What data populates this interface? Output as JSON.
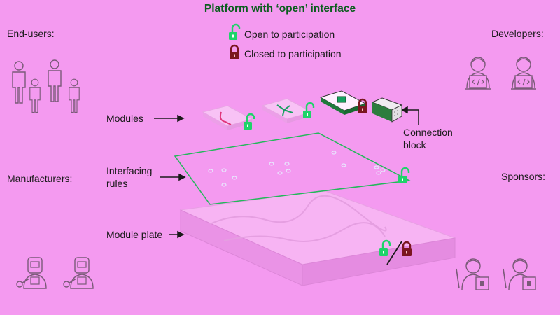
{
  "title": "Platform with ‘open’ interface",
  "legend": {
    "open": "Open to participation",
    "closed": "Closed to participation"
  },
  "groups": {
    "end_users": "End-users:",
    "developers": "Developers:",
    "manufacturers": "Manufacturers:",
    "sponsors": "Sponsors:"
  },
  "labels": {
    "modules": "Modules",
    "connection_block_line1": "Connection",
    "connection_block_line2": "block",
    "interfacing_rules_line1": "Interfacing",
    "interfacing_rules_line2": "rules",
    "module_plate": "Module plate"
  },
  "colors": {
    "background": "#f49af0",
    "open_lock": "#1fd36a",
    "closed_lock": "#7a1620",
    "title": "#0b5d1e",
    "interface_outline": "#23b85a",
    "line_art": "#7a5a78"
  }
}
